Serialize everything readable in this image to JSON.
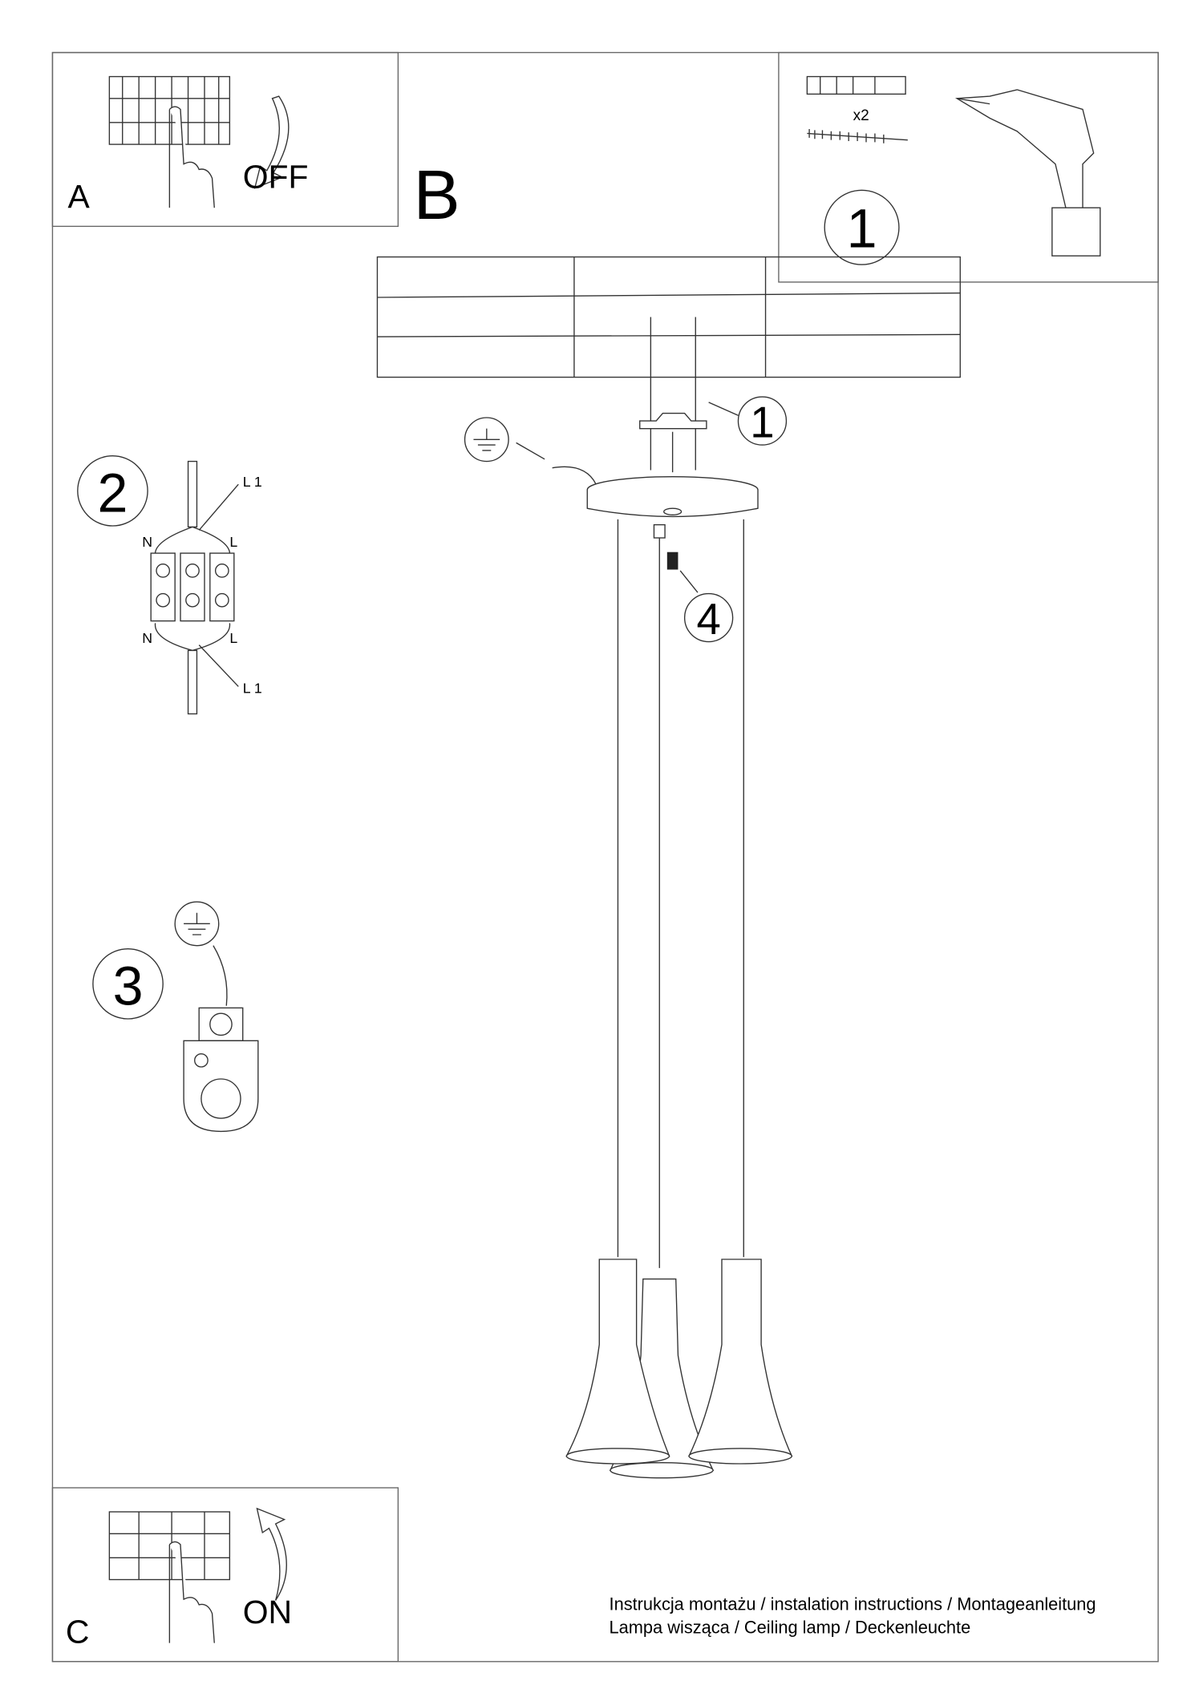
{
  "panel_a": {
    "letter": "A",
    "label": "OFF"
  },
  "panel_b": {
    "letter": "B"
  },
  "panel_c": {
    "letter": "C",
    "label": "ON"
  },
  "tools_panel": {
    "step": "1",
    "quantity": "x2"
  },
  "step2": {
    "number": "2",
    "labels": {
      "l1_top": "L 1",
      "n_top": "N",
      "l_top": "L",
      "n_bottom": "N",
      "l_bottom": "L",
      "l1_bottom": "L 1"
    }
  },
  "step3": {
    "number": "3"
  },
  "callouts": {
    "bracket": "1",
    "screw": "4"
  },
  "footer": {
    "line1": "Instrukcja montażu / instalation instructions / Montageanleitung",
    "line2": "Lampa wisząca / Ceiling lamp / Deckenleuchte"
  },
  "icons": [
    "circuit-breaker-icon",
    "hand-icon",
    "curved-arrow-icon",
    "ground-symbol-icon",
    "drill-icon",
    "wall-plug-icon",
    "screw-icon"
  ]
}
